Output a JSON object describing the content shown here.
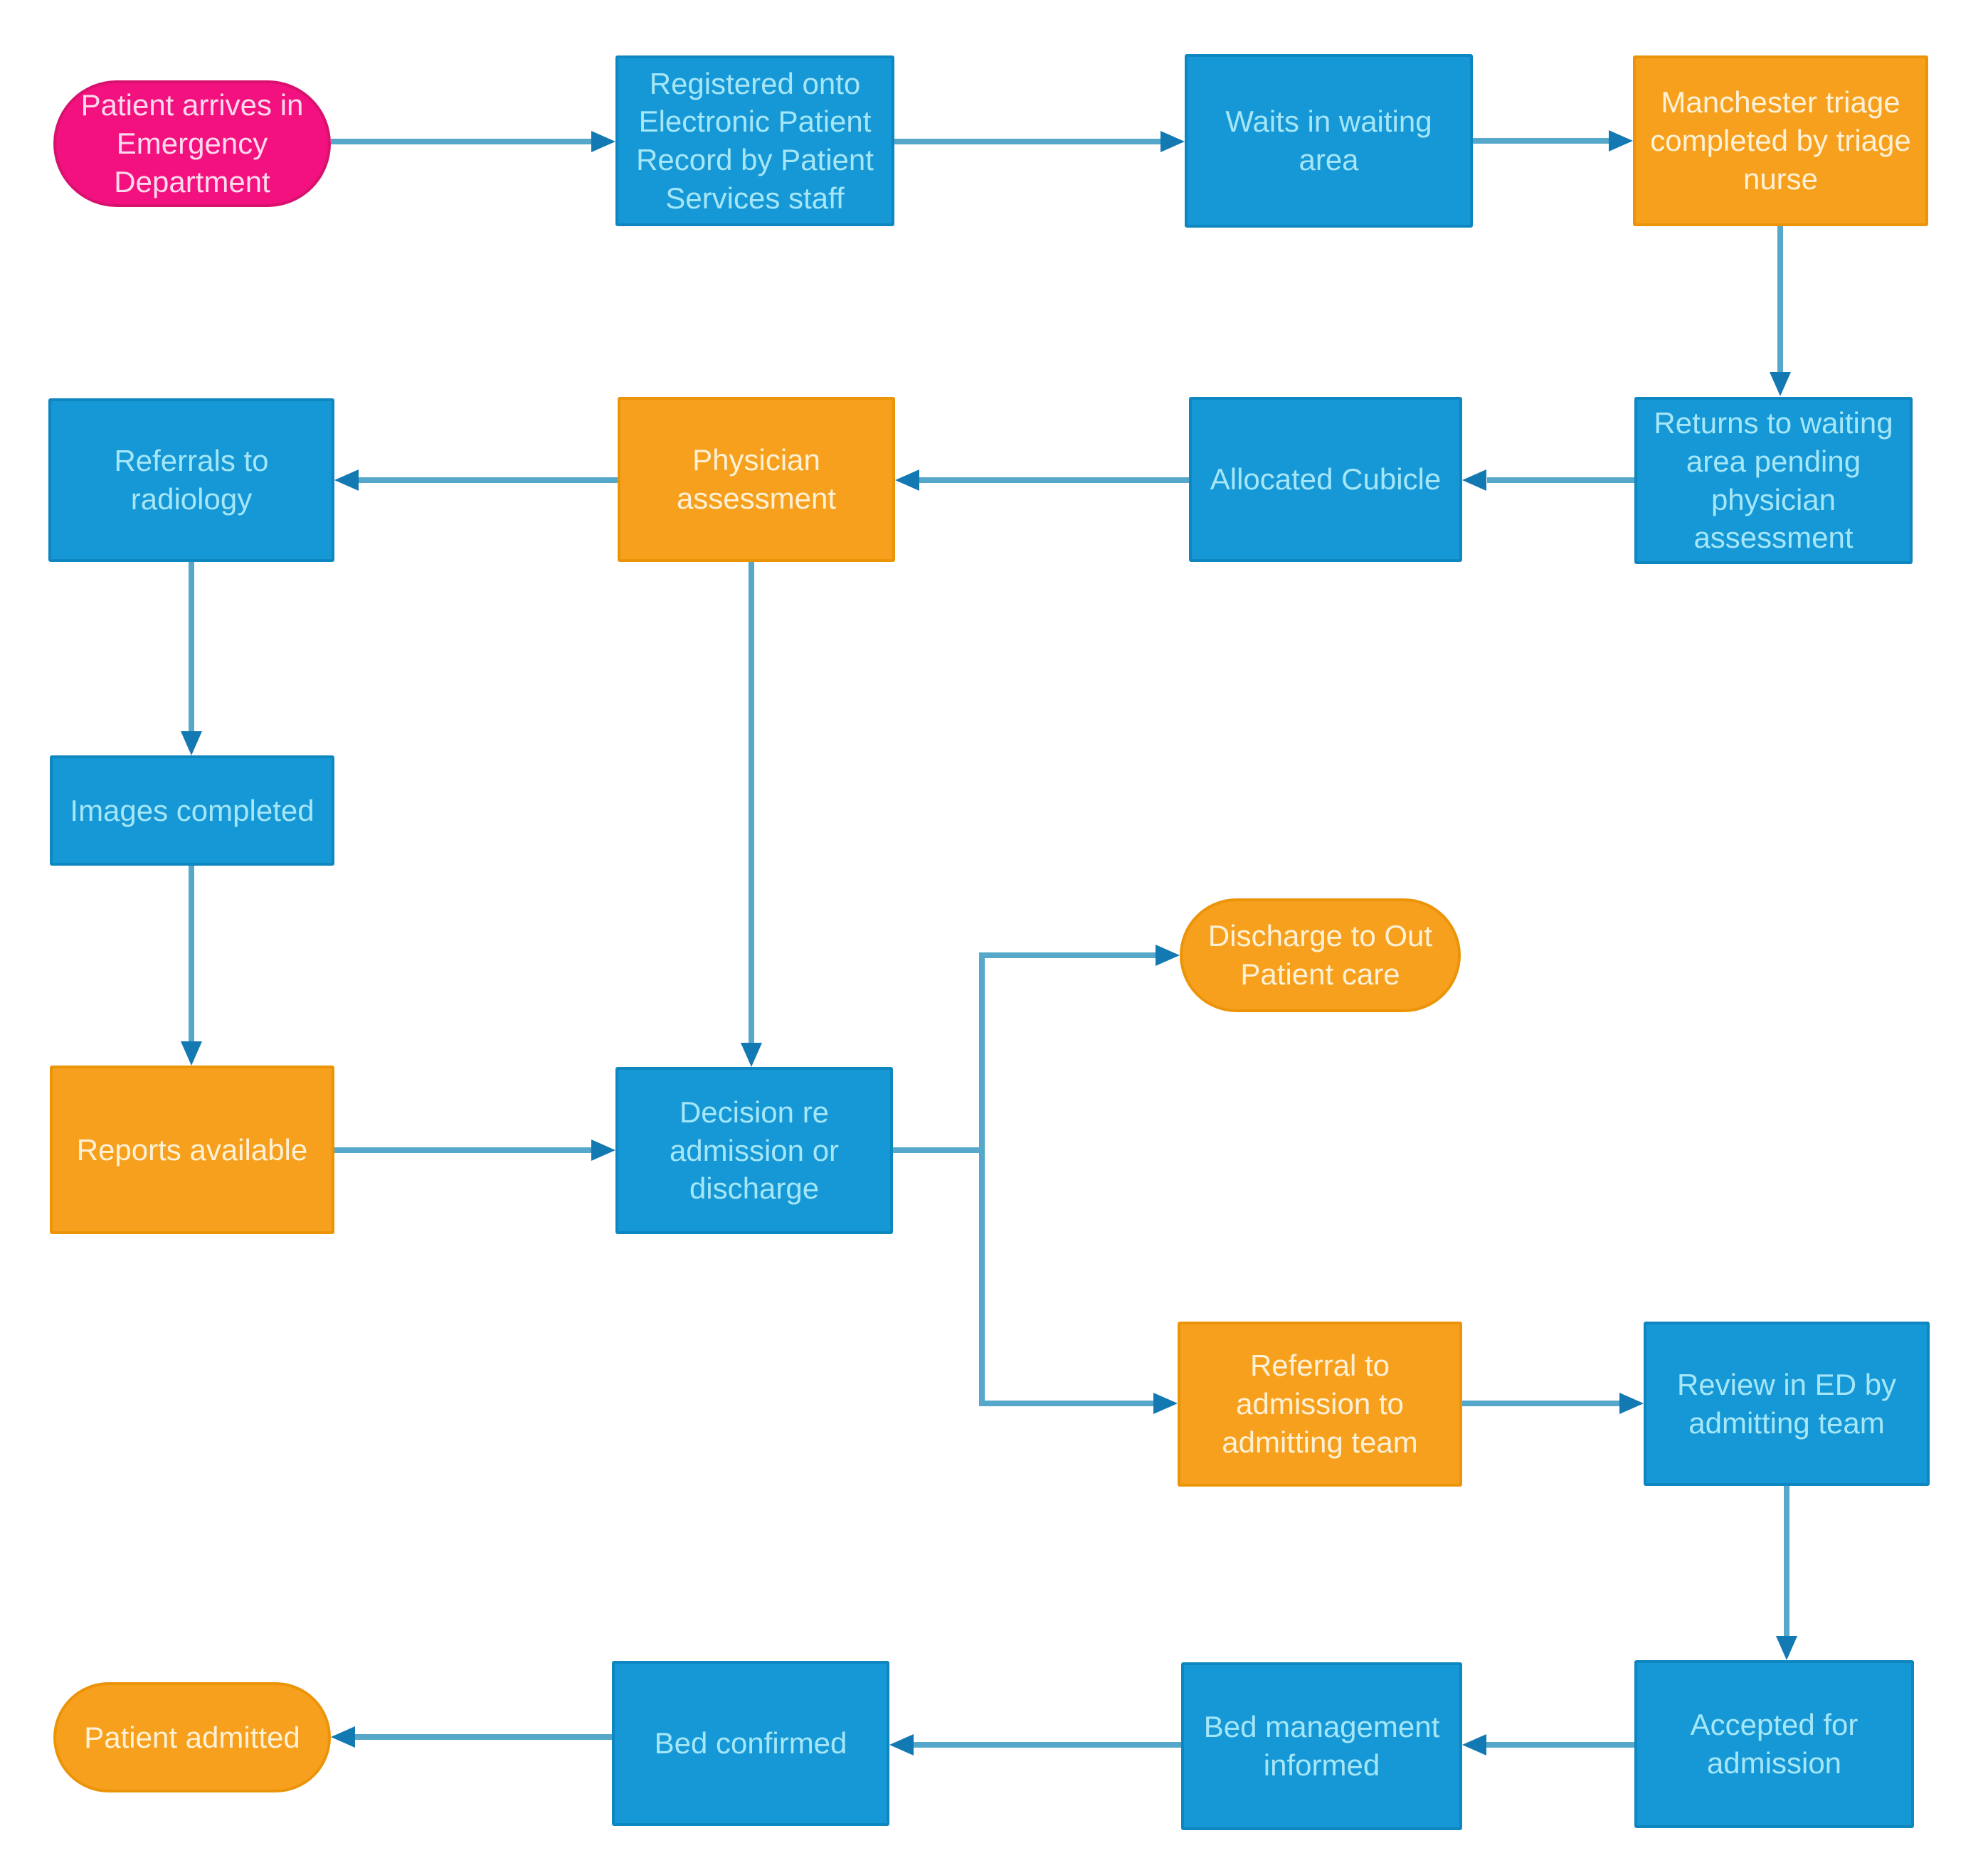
{
  "colors": {
    "background": "#ffffff",
    "blue_fill": "#1598d5",
    "blue_border": "#0e86c0",
    "blue_text": "#a5e6f8",
    "orange_fill": "#f6a01e",
    "orange_border": "#ec9408",
    "orange_text": "#fff1d6",
    "pink_fill": "#f2117f",
    "pink_border": "#d8116f",
    "pink_text": "#ffd9ec",
    "edge_line": "#55a8ca",
    "edge_arrow": "#1279b2"
  },
  "nodes": [
    {
      "id": "patient-arrives",
      "shape": "pill",
      "color": "pink",
      "label": "Patient arrives in Emergency Department"
    },
    {
      "id": "registered-epr",
      "shape": "rect",
      "color": "blue",
      "label": "Registered onto Electronic Patient Record by Patient Services staff"
    },
    {
      "id": "waits-waiting-area",
      "shape": "rect",
      "color": "blue",
      "label": "Waits in waiting area"
    },
    {
      "id": "manchester-triage",
      "shape": "rect",
      "color": "orange",
      "label": "Manchester triage completed by triage nurse"
    },
    {
      "id": "returns-waiting-area",
      "shape": "rect",
      "color": "blue",
      "label": "Returns to waiting area pending physician assessment"
    },
    {
      "id": "allocated-cubicle",
      "shape": "rect",
      "color": "blue",
      "label": "Allocated Cubicle"
    },
    {
      "id": "physician-assessment",
      "shape": "rect",
      "color": "orange",
      "label": "Physician assessment"
    },
    {
      "id": "referrals-radiology",
      "shape": "rect",
      "color": "blue",
      "label": "Referrals to radiology"
    },
    {
      "id": "images-completed",
      "shape": "rect",
      "color": "blue",
      "label": "Images completed"
    },
    {
      "id": "reports-available",
      "shape": "rect",
      "color": "orange",
      "label": "Reports available"
    },
    {
      "id": "decision-admission-discharge",
      "shape": "rect",
      "color": "blue",
      "label": "Decision re admission or discharge"
    },
    {
      "id": "discharge-outpatient",
      "shape": "pill",
      "color": "orange",
      "label": "Discharge to Out Patient care"
    },
    {
      "id": "referral-admitting-team",
      "shape": "rect",
      "color": "orange",
      "label": "Referral to admission to admitting team"
    },
    {
      "id": "review-ed",
      "shape": "rect",
      "color": "blue",
      "label": "Review in ED by admitting team"
    },
    {
      "id": "accepted-admission",
      "shape": "rect",
      "color": "blue",
      "label": "Accepted for admission"
    },
    {
      "id": "bed-management-informed",
      "shape": "rect",
      "color": "blue",
      "label": "Bed management informed"
    },
    {
      "id": "bed-confirmed",
      "shape": "rect",
      "color": "blue",
      "label": "Bed confirmed"
    },
    {
      "id": "patient-admitted",
      "shape": "pill",
      "color": "orange",
      "label": "Patient admitted"
    }
  ],
  "edges": [
    {
      "from": "patient-arrives",
      "to": "registered-epr"
    },
    {
      "from": "registered-epr",
      "to": "waits-waiting-area"
    },
    {
      "from": "waits-waiting-area",
      "to": "manchester-triage"
    },
    {
      "from": "manchester-triage",
      "to": "returns-waiting-area"
    },
    {
      "from": "returns-waiting-area",
      "to": "allocated-cubicle"
    },
    {
      "from": "allocated-cubicle",
      "to": "physician-assessment"
    },
    {
      "from": "physician-assessment",
      "to": "referrals-radiology"
    },
    {
      "from": "physician-assessment",
      "to": "decision-admission-discharge"
    },
    {
      "from": "referrals-radiology",
      "to": "images-completed"
    },
    {
      "from": "images-completed",
      "to": "reports-available"
    },
    {
      "from": "reports-available",
      "to": "decision-admission-discharge"
    },
    {
      "from": "decision-admission-discharge",
      "to": "discharge-outpatient"
    },
    {
      "from": "decision-admission-discharge",
      "to": "referral-admitting-team"
    },
    {
      "from": "referral-admitting-team",
      "to": "review-ed"
    },
    {
      "from": "review-ed",
      "to": "accepted-admission"
    },
    {
      "from": "accepted-admission",
      "to": "bed-management-informed"
    },
    {
      "from": "bed-management-informed",
      "to": "bed-confirmed"
    },
    {
      "from": "bed-confirmed",
      "to": "patient-admitted"
    }
  ]
}
